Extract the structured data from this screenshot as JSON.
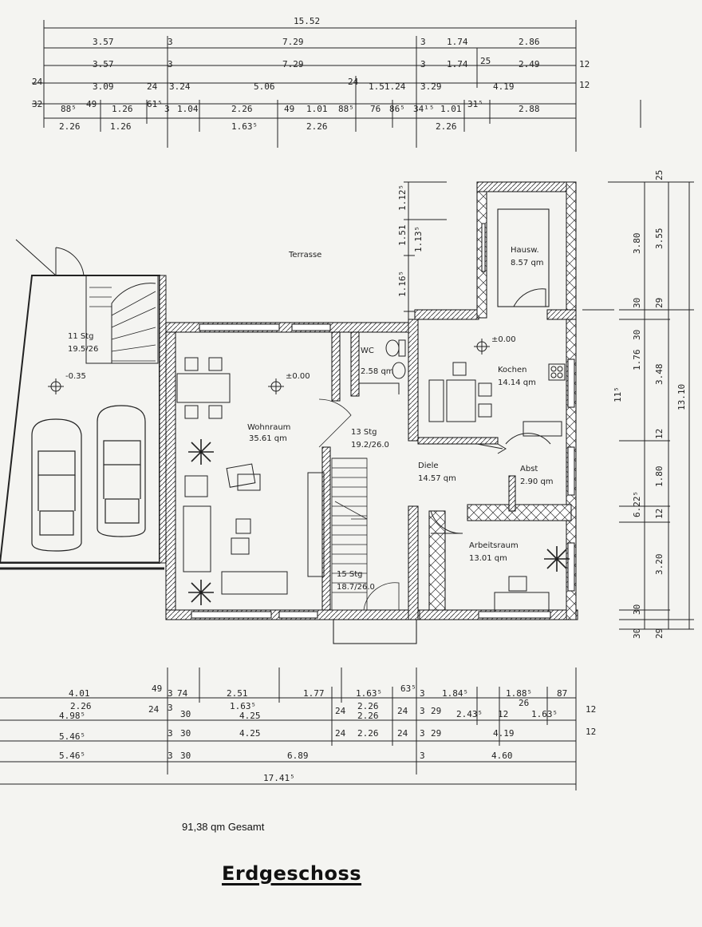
{
  "top_dims": {
    "total": "15.52",
    "row1": [
      "3.57",
      "3",
      "7.29",
      "3",
      "1.74",
      "2.86"
    ],
    "row2": [
      "3.57",
      "3",
      "7.29",
      "3",
      "1.74",
      "25",
      "2.49",
      "12"
    ],
    "row3": [
      "24",
      "3.09",
      "24",
      "3.24",
      "5.06",
      "24",
      "1.51.24",
      "3.29",
      "4.19",
      "12"
    ],
    "row4": [
      "32",
      "88⁵",
      "49",
      "1.26",
      "61⁵",
      "3",
      "1.04",
      "2.26",
      "49",
      "1.01",
      "88⁵",
      "76",
      "86⁵",
      "34¹⁵",
      "1.01",
      "31⁵",
      "2.88"
    ],
    "row5": [
      "2.26",
      "1.26",
      "1.63⁵",
      "2.26",
      "2.26"
    ]
  },
  "right_dims": [
    "25",
    "3.80",
    "3.55",
    "30",
    "29",
    "30",
    "1.76",
    "3.48",
    "11⁵",
    "12",
    "13.10",
    "1.80",
    "6.22⁵",
    "12",
    "3.20",
    "30",
    "30",
    "29"
  ],
  "left_dims": [
    "1.12⁵",
    "1.51",
    "1.13⁵",
    "1.16⁵"
  ],
  "bottom_dims": {
    "row1": [
      "4.01",
      "49",
      "3",
      "74",
      "2.51",
      "1.77",
      "1.63⁵",
      "63⁵",
      "3",
      "1.84⁵",
      "1.88⁵",
      "87"
    ],
    "row2": [
      "2.26",
      "4.98⁵",
      "24",
      "3",
      "30",
      "1.63⁵",
      "4.25",
      "24",
      "2.26",
      "2.26",
      "24",
      "3",
      "29",
      "2.43⁵",
      "12",
      "26",
      "1.63⁵",
      "12"
    ],
    "row3": [
      "5.46⁵",
      "3",
      "30",
      "4.25",
      "24",
      "2.26",
      "24",
      "3",
      "29",
      "4.19",
      "12"
    ],
    "row4": [
      "5.46⁵",
      "3",
      "30",
      "6.89",
      "3",
      "4.60"
    ],
    "total": "17.41⁵"
  },
  "rooms": {
    "terrace": "Terrasse",
    "stair11_name": "11 Stg",
    "stair11_ratio": "19.5/26",
    "garage_level": "-0.35",
    "wohnraum_name": "Wohnraum",
    "wohnraum_area": "35.61 qm",
    "wohnraum_level": "±0.00",
    "wc_name": "WC",
    "wc_area": "2.58 qm",
    "stair13_name": "13 Stg",
    "stair13_ratio": "19.2/26.0",
    "stair15_name": "15 Stg",
    "stair15_ratio": "18.7/26.0",
    "hausw_name": "Hausw.",
    "hausw_area": "8.57 qm",
    "kochen_name": "Kochen",
    "kochen_area": "14.14 qm",
    "kochen_level": "±0.00",
    "diele_name": "Diele",
    "diele_area": "14.57 qm",
    "abst_name": "Abst",
    "abst_area": "2.90 qm",
    "arbeit_name": "Arbeitsraum",
    "arbeit_area": "13.01 qm"
  },
  "footer": {
    "total_area": "91,38 qm Gesamt",
    "title": "Erdgeschoss"
  }
}
